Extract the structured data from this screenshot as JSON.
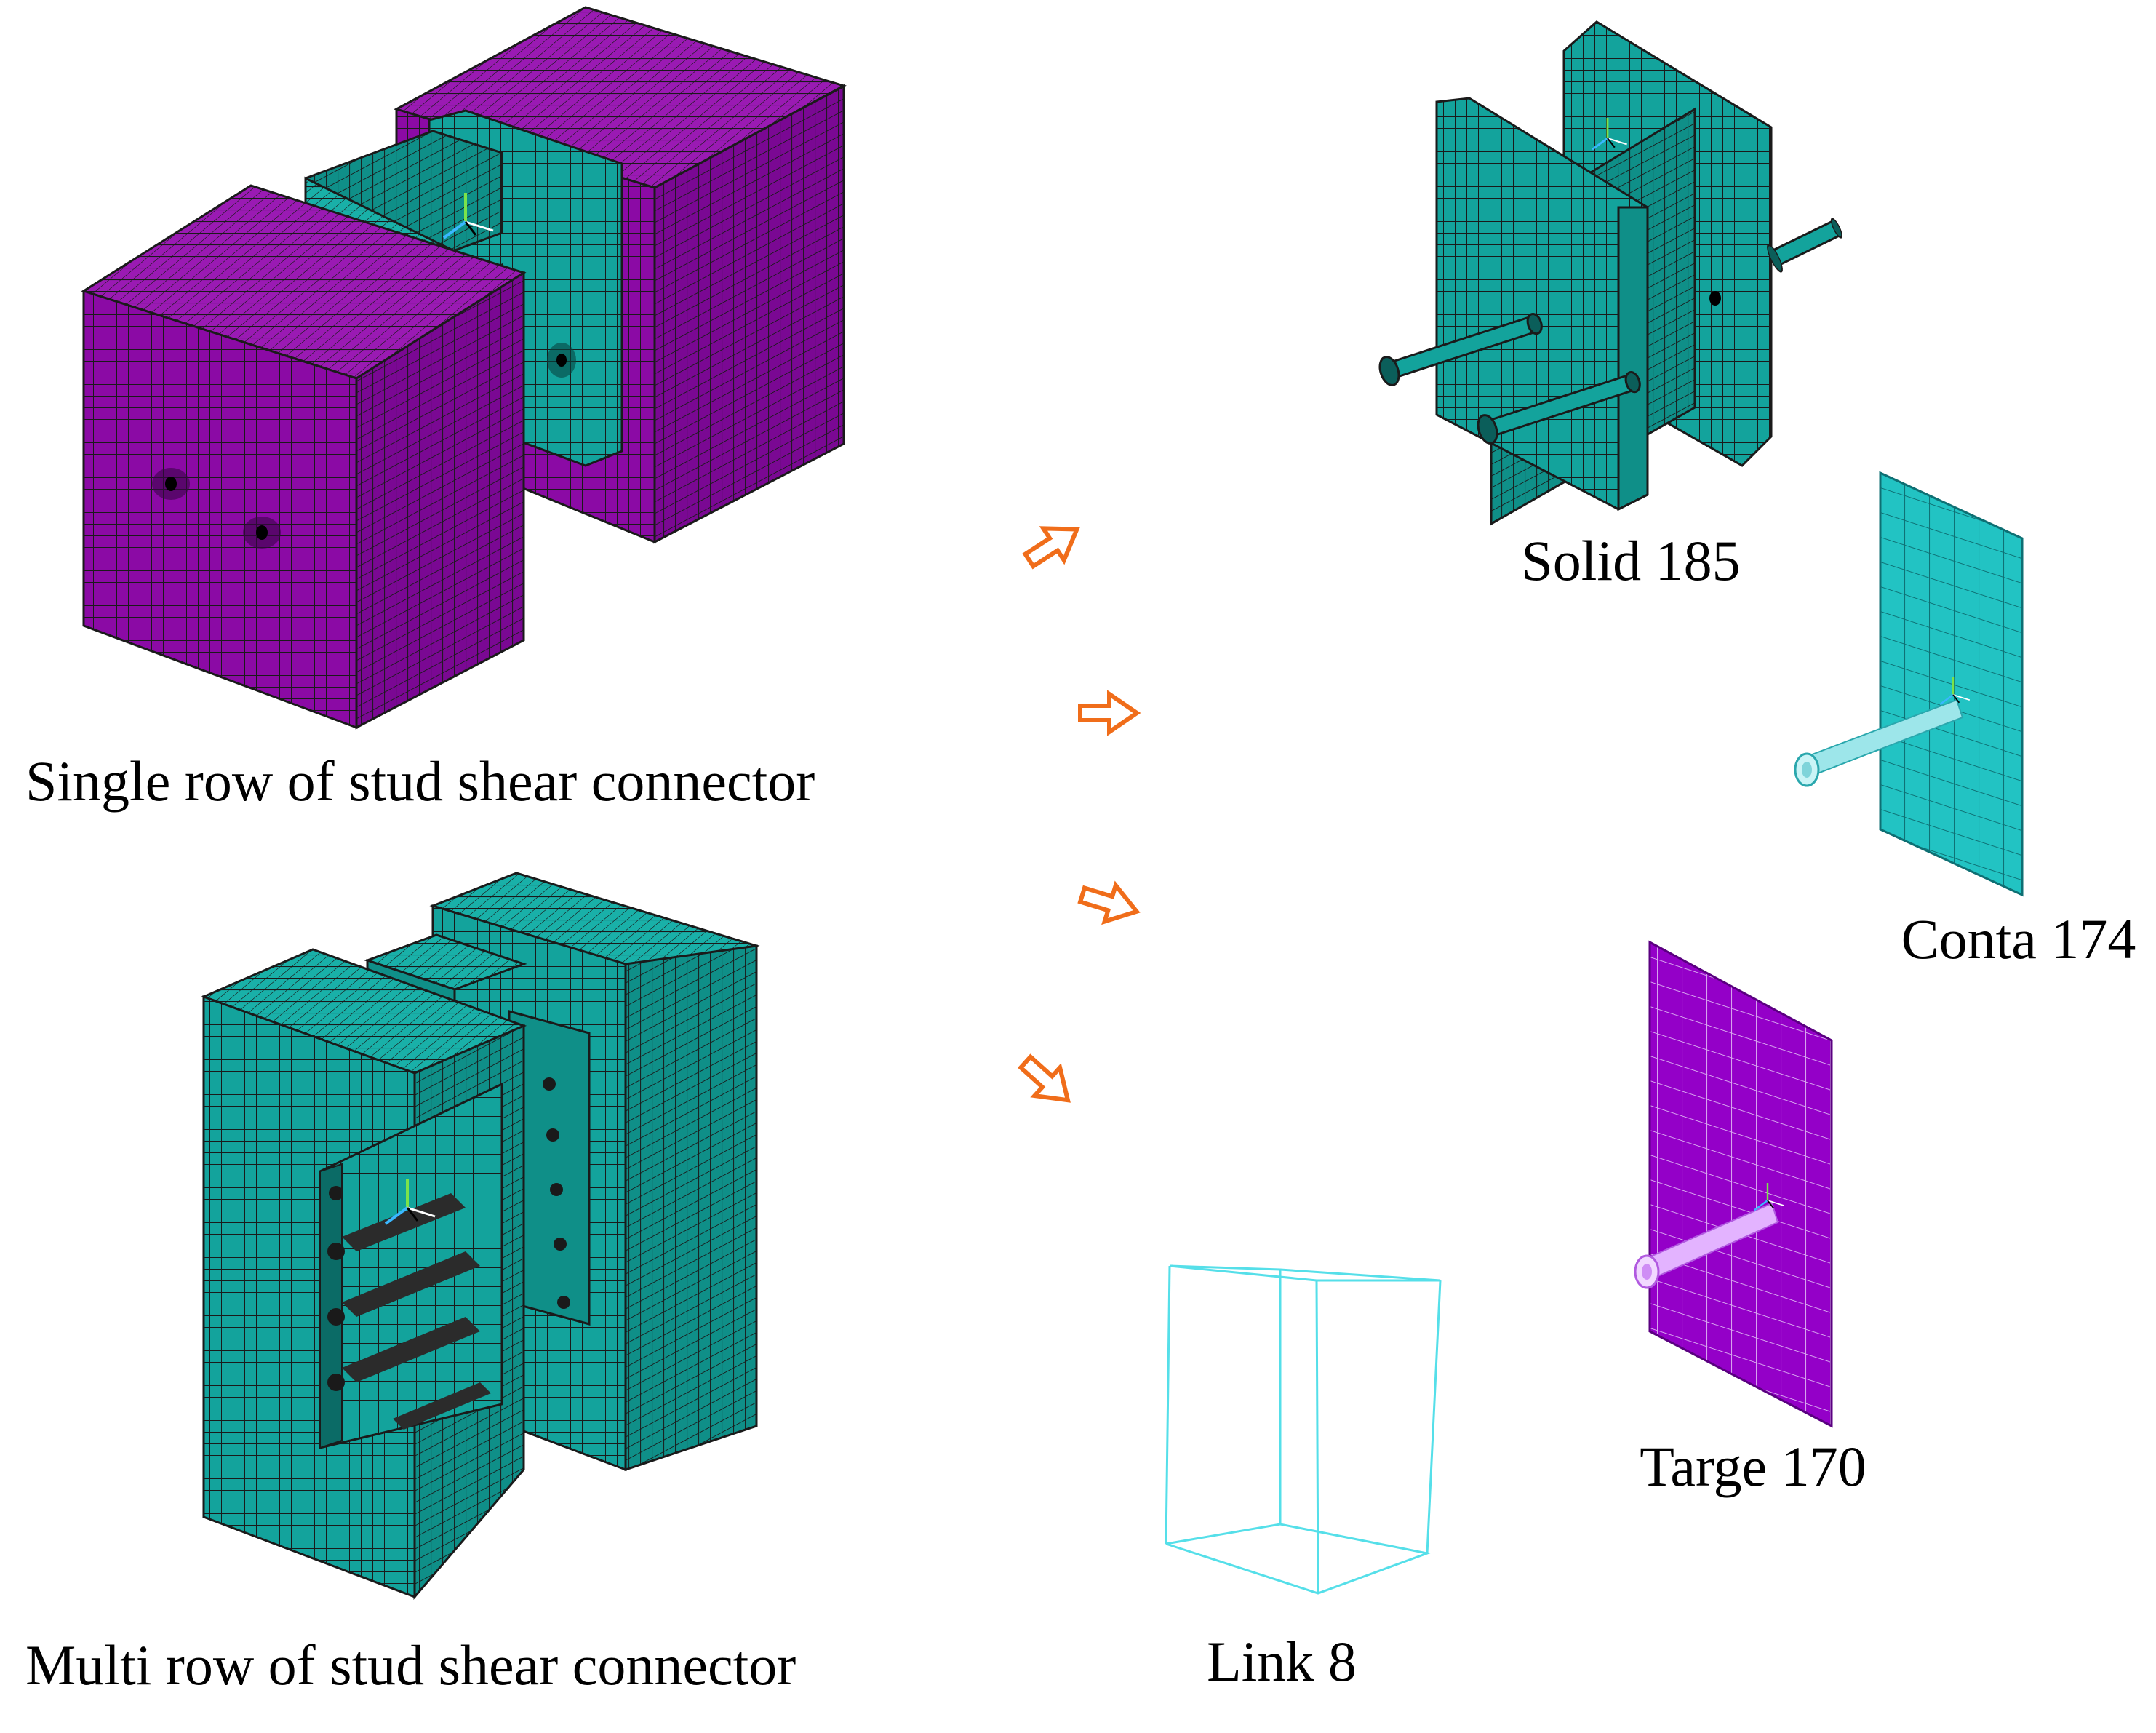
{
  "labels": {
    "single_row": "Single row of stud shear connector",
    "multi_row": "Multi row of stud shear connector",
    "solid": "Solid 185",
    "conta": "Conta 174",
    "targe": "Targe 170",
    "link": "Link 8"
  },
  "colors": {
    "concrete_single": "#8b0aa5",
    "steel": "#13a39c",
    "conta_mesh": "#22c3c3",
    "targe_mesh": "#9400c8",
    "link_wire": "#55dfe9",
    "arrow": "#f06d1a",
    "mesh_line": "#1a1a1a"
  },
  "icons": [
    "outline-arrow-icon",
    "coordinate-axis-icon"
  ]
}
